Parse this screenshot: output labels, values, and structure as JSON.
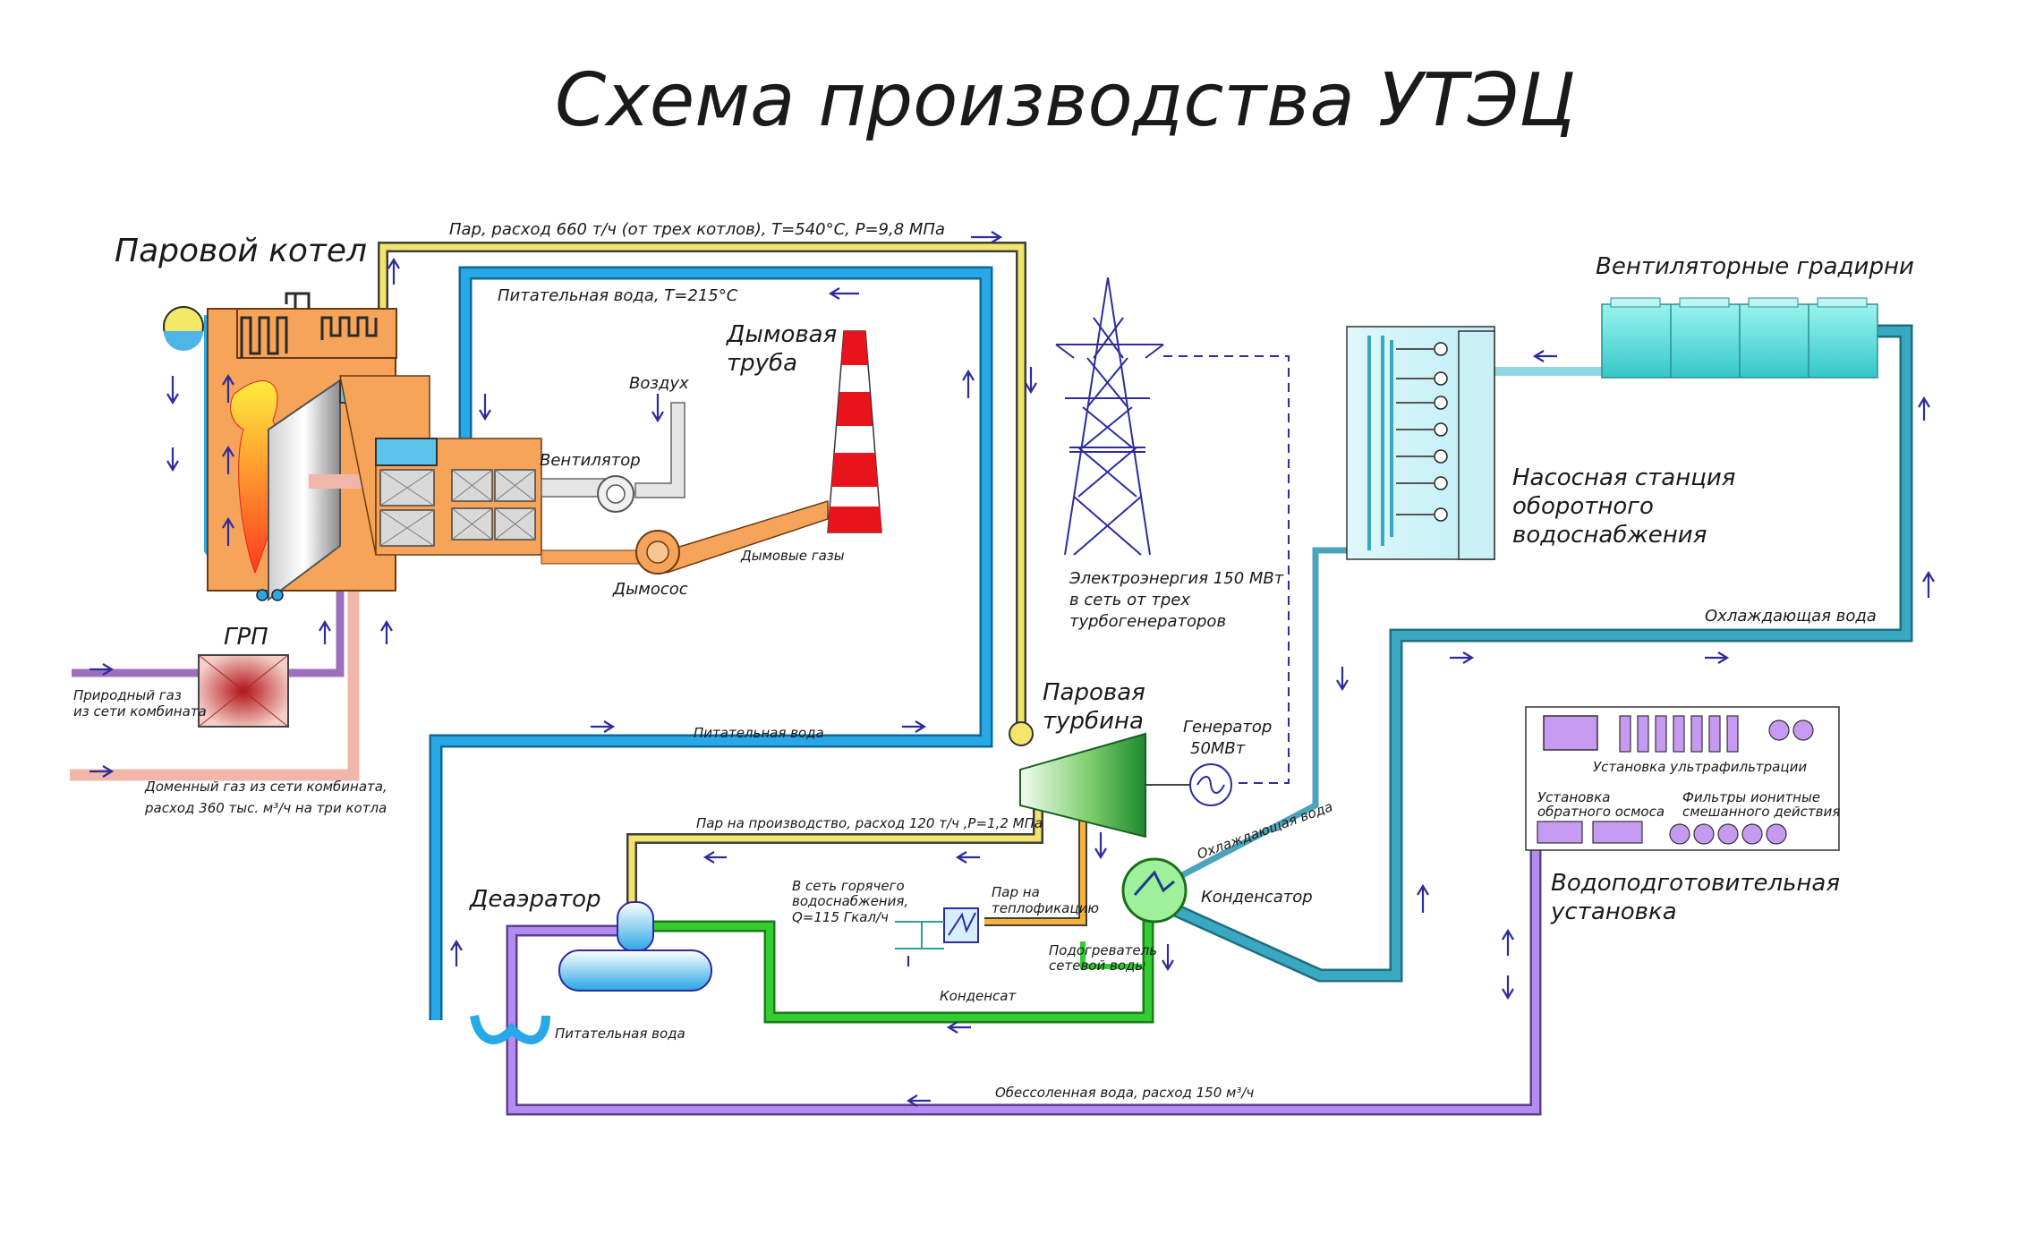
{
  "title": "Схема производства УТЭЦ",
  "colors": {
    "steam": "#f3e56b",
    "feedwater": "#29a8e8",
    "cooling": "#3aa8c0",
    "condensate": "#33cc33",
    "demin": "#a77be0",
    "gas_pipe": "#9d6fbe",
    "blast_gas": "#f0b7a8",
    "boiler": "#f5a45a",
    "chimney_red": "#e8141b",
    "arrow": "#2e2b9e"
  },
  "labels": {
    "boiler": "Паровой котел",
    "steam_line": "Пар, расход 660 т/ч (от трех котлов), Т=540°С, Р=9,8 МПа",
    "feedwater_top": "Питательная вода, Т=215°С",
    "chimney_1": "Дымовая",
    "chimney_2": "труба",
    "air": "Воздух",
    "fan": "Вентилятор",
    "exhauster": "Дымосос",
    "flue_gases": "Дымовые газы",
    "grp": "ГРП",
    "natural_gas_1": "Природный газ",
    "natural_gas_2": "из сети комбината",
    "blast_gas_1": "Доменный газ из сети комбината,",
    "blast_gas_2": "расход 360 тыс. м³/ч на три котла",
    "feedwater_mid": "Питательная вода",
    "power_1": "Электроэнергия 150 МВт",
    "power_2": "в сеть от трех",
    "power_3": "турбогенераторов",
    "turbine_1": "Паровая",
    "turbine_2": "турбина",
    "generator_1": "Генератор",
    "generator_2": "50МВт",
    "prod_steam": "Пар на производство, расход 120 т/ч ,Р=1,2 МПа",
    "deaerator": "Деаэратор",
    "hot_water_1": "В сеть горячего",
    "hot_water_2": "водоснабжения,",
    "hot_water_3": "Q=115 Гкал/ч",
    "heating_steam_1": "Пар на",
    "heating_steam_2": "теплофикацию",
    "net_heater_1": "Подогреватель",
    "net_heater_2": "сетевой воды",
    "condensate": "Конденсат",
    "feedwater_bottom": "Питательная вода",
    "condenser": "Конденсатор",
    "cooling_water_diag": "Охлаждающая вода",
    "cooling_water_right": "Охлаждающая вода",
    "demin_water": "Обессоленная вода, расход 150 м³/ч",
    "cooling_towers": "Вентиляторные градирни",
    "pump_station_1": "Насосная станция",
    "pump_station_2": "оборотного",
    "pump_station_3": "водоснабжения",
    "ultrafiltration": "Установка ультрафильтрации",
    "ro_1": "Установка",
    "ro_2": "обратного осмоса",
    "ion_1": "Фильтры ионитные",
    "ion_2": "смешанного действия",
    "water_treatment_1": "Водоподготовительная",
    "water_treatment_2": "установка"
  }
}
